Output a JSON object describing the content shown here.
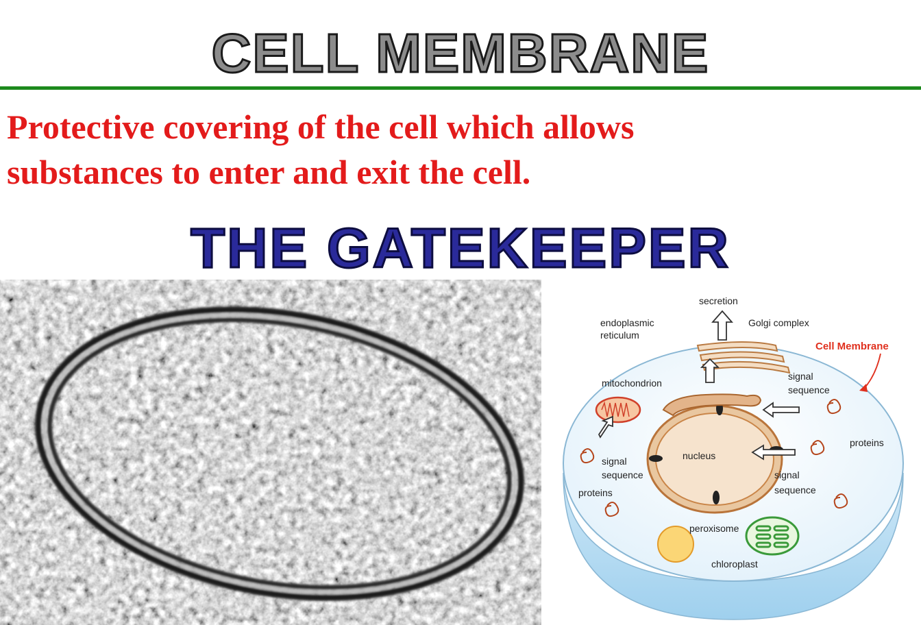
{
  "slide": {
    "title": "CELL MEMBRANE",
    "description_line1": "Protective covering of the cell which allows",
    "description_line2": "substances to enter and exit the cell.",
    "subtitle": "THE GATEKEEPER"
  },
  "diagram": {
    "labels": {
      "secretion": "secretion",
      "endoplasmic": "endoplasmic",
      "reticulum": "reticulum",
      "golgi": "Golgi complex",
      "cell_membrane": "Cell Membrane",
      "mitochondrion": "mitochondrion",
      "signal_1": "signal",
      "sequence_1": "sequence",
      "nucleus": "nucleus",
      "proteins_right": "proteins",
      "signal_left": "signal",
      "sequence_left": "sequence",
      "signal_right": "signal",
      "sequence_right": "sequence",
      "proteins_left": "proteins",
      "peroxisome": "peroxisome",
      "chloroplast": "chloroplast"
    }
  },
  "colors": {
    "title_fill": "#8c8c8c",
    "rule": "#1d8a1d",
    "description": "#e31b1b",
    "subtitle_fill": "#2a2a9a",
    "accent_red": "#e0301e"
  }
}
